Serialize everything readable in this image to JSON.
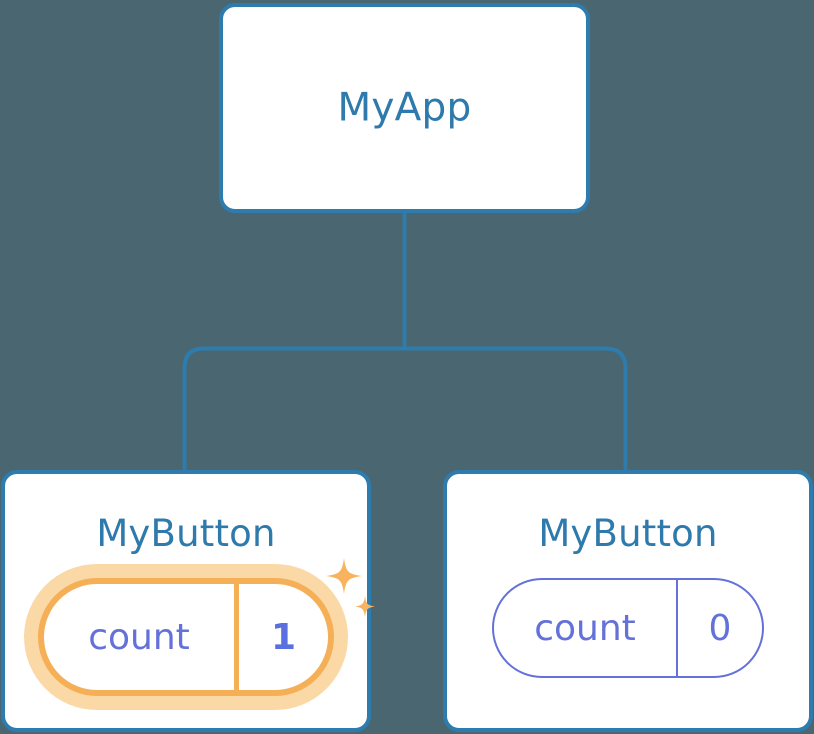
{
  "diagram": {
    "type": "component-tree",
    "background_color": "#4a6670",
    "edge_color": "#2d7cad",
    "node_border_color": "#2d7cad",
    "node_title_color": "#2e7aac",
    "state_color": "#6471d8",
    "highlight_color": "#f5af57",
    "highlight_glow_color": "#fbd9a6",
    "root": {
      "title": "MyApp"
    },
    "children": [
      {
        "title": "MyButton",
        "state": {
          "key": "count",
          "value": "1"
        },
        "highlighted": true,
        "sparkle_icons": [
          "sparkle-large-icon",
          "sparkle-small-icon"
        ]
      },
      {
        "title": "MyButton",
        "state": {
          "key": "count",
          "value": "0"
        },
        "highlighted": false
      }
    ]
  }
}
